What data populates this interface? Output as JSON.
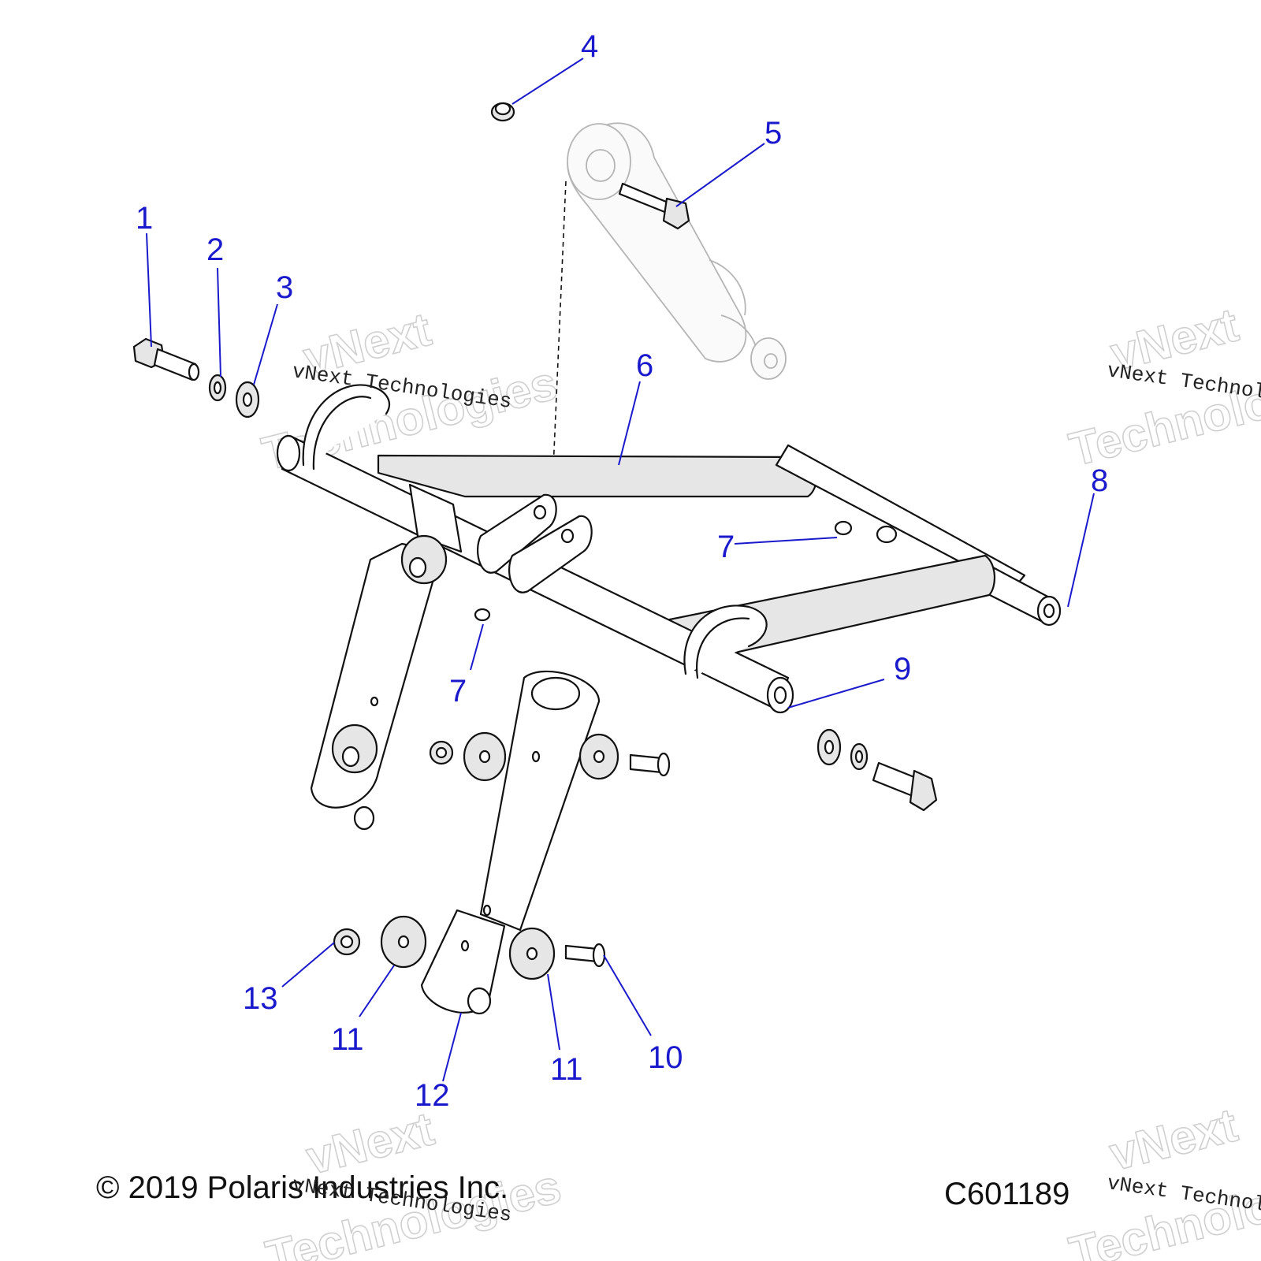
{
  "diagram": {
    "callouts": [
      {
        "id": "1",
        "label": "1"
      },
      {
        "id": "2",
        "label": "2"
      },
      {
        "id": "3",
        "label": "3"
      },
      {
        "id": "4",
        "label": "4"
      },
      {
        "id": "5",
        "label": "5"
      },
      {
        "id": "6",
        "label": "6"
      },
      {
        "id": "7a",
        "label": "7"
      },
      {
        "id": "7b",
        "label": "7"
      },
      {
        "id": "8",
        "label": "8"
      },
      {
        "id": "9",
        "label": "9"
      },
      {
        "id": "10",
        "label": "10"
      },
      {
        "id": "11a",
        "label": "11"
      },
      {
        "id": "11b",
        "label": "11"
      },
      {
        "id": "12",
        "label": "12"
      },
      {
        "id": "13",
        "label": "13"
      }
    ],
    "callout_color": "#1a1acc"
  },
  "watermark": {
    "big_line1": "vNext",
    "big_line2": "Technologies",
    "small": "vNext Technologies"
  },
  "footer": {
    "copyright": "© 2019 Polaris Industries Inc.",
    "code": "C601189"
  }
}
